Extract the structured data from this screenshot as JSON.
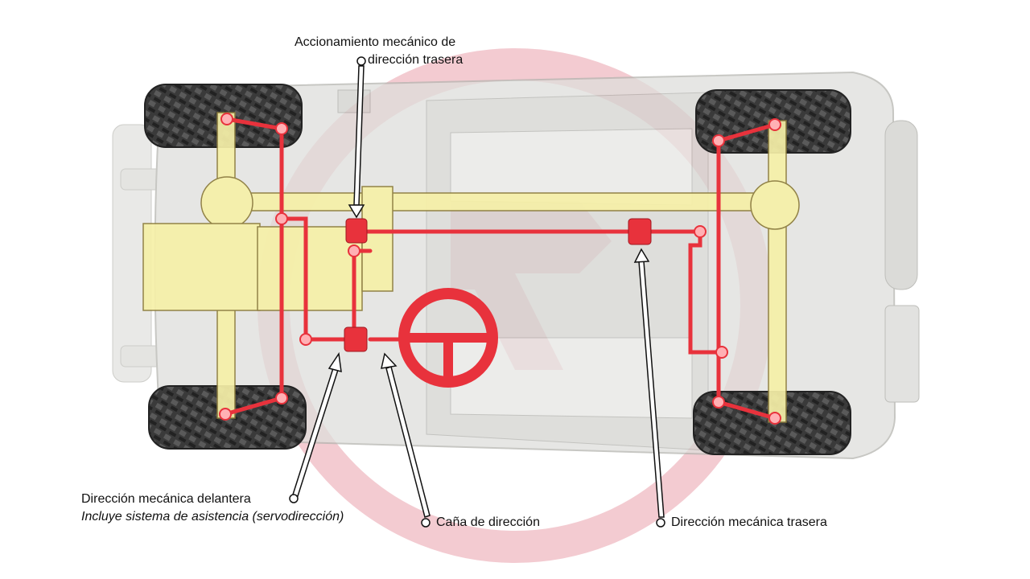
{
  "labels": {
    "rear_mechanism": {
      "line1": "Accionamiento mecánico de",
      "line2": "dirección trasera"
    },
    "front_steering": {
      "line1": "Dirección mecánica delantera",
      "line2": "Incluye sistema de asistencia (servodirección)"
    },
    "steering_column": "Caña de dirección",
    "rear_steering": "Dirección mecánica trasera"
  },
  "colors": {
    "steering_red": "#e8323c",
    "chassis_yellow": "#f6f0a8",
    "chassis_outline": "#8a7a3a",
    "vehicle_gray": "#d9d9d6",
    "watermark_red": "#c8102e"
  },
  "icons": [
    "steering-wheel-icon",
    "watermark-logo"
  ]
}
